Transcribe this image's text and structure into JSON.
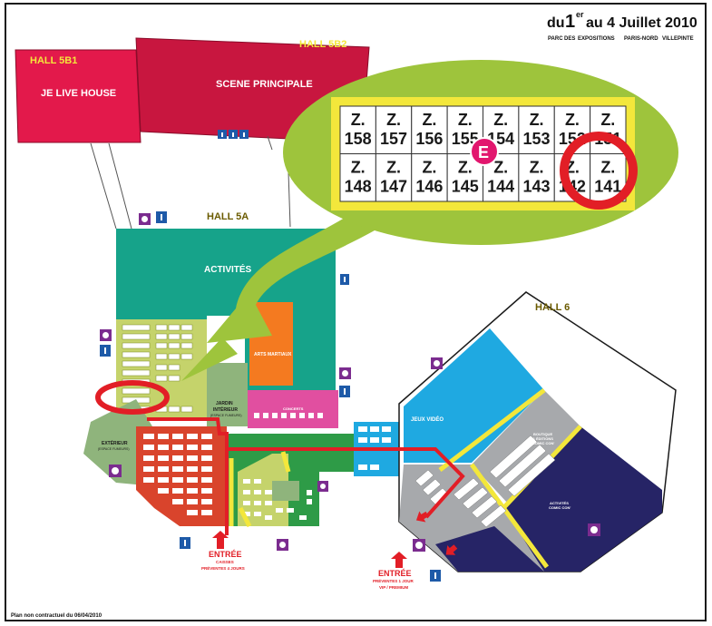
{
  "header": {
    "date_du": "du",
    "date_1": "1",
    "date_er": "er",
    "date_rest": "au 4 Juillet 2010",
    "venue_words": [
      "PARC",
      "DES",
      "EXPOSITIONS",
      "PARIS-NORD",
      "VILLEPINTE"
    ]
  },
  "halls": {
    "hall_5b1": "HALL 5B1",
    "hall_5b2": "HALL 5B2",
    "hall_5a": "HALL 5A",
    "hall_6": "HALL 6"
  },
  "areas": {
    "je_live_house": "JE LIVE HOUSE",
    "scene_principale": "SCENE PRINCIPALE",
    "activites": "ACTIVITÉS",
    "arts_martiaux": "ARTS MARTIAUX",
    "jardin_line1": "JARDIN",
    "jardin_line2": "INTÉRIEUR",
    "jardin_line3": "(ESPACE FUMEURS)",
    "exterieur_line1": "EXTÉRIEUR",
    "exterieur_line2": "(ESPACE FUMEURS)",
    "jeux_video": "JEUX VIDÉO",
    "boutique_line1": "BOUTIQUE",
    "boutique_line2": "& ÉDITIONS",
    "boutique_line3": "COMIC CON'",
    "activites_cc_line1": "ACTIVITÉS",
    "activites_cc_line2": "COMIC CON'",
    "concerts": "CONCERTS"
  },
  "entrances": {
    "entree_1": "ENTRÉE",
    "entree_1_sub1": "CAISSES",
    "entree_1_sub2": "PRÉVENTES 4 JOURS",
    "entree_2": "ENTRÉE",
    "entree_2_sub1": "PRÉVENTES 1 JOUR",
    "entree_2_sub2": "VIP / PREMIUM"
  },
  "zoom": {
    "marker": "E",
    "row_top": [
      "158",
      "157",
      "156",
      "155",
      "154",
      "153",
      "152",
      "151"
    ],
    "row_bottom": [
      "148",
      "147",
      "146",
      "145",
      "144",
      "143",
      "142",
      "141"
    ],
    "prefix": "Z.",
    "highlight_booth": "141"
  },
  "footer": {
    "note": "Plan non contractuel du 06/04/2010"
  },
  "colors": {
    "hall_5b1": "#e3194b",
    "hall_5b2": "#c8163f",
    "activites": "#16a38a",
    "yellow_green": "#c5d36b",
    "bubble": "#9ec43c",
    "route": "#e21e26",
    "hall6_blue": "#1fa9e1",
    "hall6_navy": "#262466",
    "hall6_grey": "#a7a9ac",
    "separator": "#f3e73b",
    "orange": "#f47a20",
    "pink": "#e14fa0",
    "green": "#2e9b47",
    "red_hall": "#d9442c"
  }
}
